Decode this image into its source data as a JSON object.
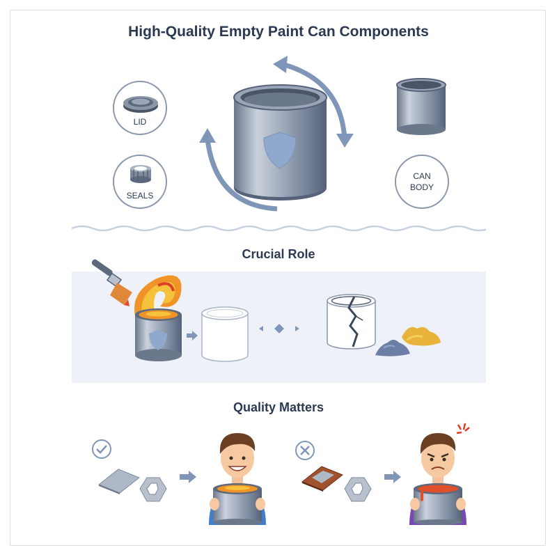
{
  "header": {
    "title": "High-Quality Empty Paint Can Components"
  },
  "components": {
    "lid_label": "LID",
    "seals_label": "SEALS",
    "can_body_label_line1": "CAN",
    "can_body_label_line2": "BODY"
  },
  "sections": {
    "crucial_role": "Crucial Role",
    "quality_matters": "Quality Matters"
  },
  "colors": {
    "accent": "#7f96b8",
    "title_text": "#2b3a52",
    "band": "#eef1f7",
    "shield": "#8fa8cc"
  }
}
